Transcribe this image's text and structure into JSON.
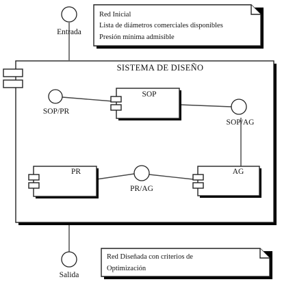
{
  "notes": {
    "input": {
      "lines": [
        "Red Inicial",
        "Lista de diámetros comerciales disponibles",
        "Presión mínima admisible"
      ]
    },
    "output": {
      "lines": [
        "Red Diseñada con criterios de",
        "Optimización"
      ]
    }
  },
  "interfaces": {
    "entrada": "Entrada",
    "salida": "Salida",
    "sop_pr": "SOP/PR",
    "sop_ag": "SOP/AG",
    "pr_ag": "PR/AG"
  },
  "system": {
    "title": "SISTEMA DE DISEÑO"
  },
  "components": {
    "sop": "SOP",
    "pr": "PR",
    "ag": "AG"
  }
}
